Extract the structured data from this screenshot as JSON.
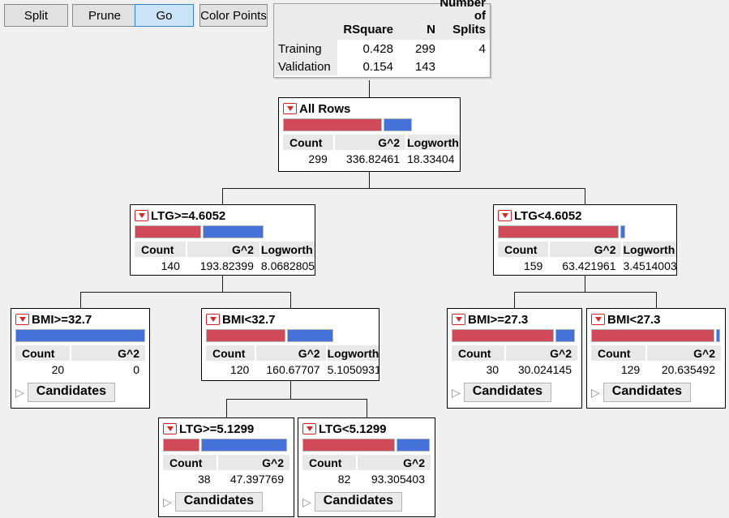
{
  "toolbar": {
    "buttons": [
      {
        "label": "Split"
      },
      {
        "label": "Prune"
      },
      {
        "label": "Go",
        "active": true
      },
      {
        "label": "Color Points"
      }
    ]
  },
  "summary_table": {
    "columns": [
      "",
      "RSquare",
      "N",
      "Number of Splits"
    ],
    "rows": [
      {
        "cells": [
          "Training",
          "0.428",
          "299",
          "4"
        ]
      },
      {
        "cells": [
          "Validation",
          "0.154",
          "143",
          ""
        ]
      }
    ]
  },
  "labels": {
    "count": "Count",
    "g2": "G^2",
    "logworth": "Logworth",
    "candidates": "Candidates",
    "disclosure": "▷"
  },
  "colors": {
    "bar_red": "#d04a5a",
    "bar_blue": "#4472d8",
    "hotspot_red": "#d02a2a",
    "go_button_fill": "#cce4f7",
    "background": "#f0f0f0"
  },
  "nodes": [
    {
      "title": "All Rows",
      "count": "299",
      "g2": "336.82461",
      "logworth": "18.33404",
      "bar_red": "76%",
      "bar_blue": "22%"
    },
    {
      "title": "LTG>=4.6052",
      "count": "140",
      "g2": "193.82399",
      "logworth": "8.0682805",
      "bar_red": "51%",
      "bar_blue": "47%"
    },
    {
      "title": "LTG<4.6052",
      "count": "159",
      "g2": "63.421961",
      "logworth": "3.4514003",
      "bar_red": "93%",
      "bar_blue": "4%"
    },
    {
      "title": "BMI>=32.7",
      "count": "20",
      "g2": "0",
      "bar_red": "0%",
      "bar_blue": "100%"
    },
    {
      "title": "BMI<32.7",
      "count": "120",
      "g2": "160.67707",
      "logworth": "5.1050931",
      "bar_red": "61%",
      "bar_blue": "36%"
    },
    {
      "title": "BMI>=27.3",
      "count": "30",
      "g2": "30.024145",
      "bar_red": "81%",
      "bar_blue": "16%"
    },
    {
      "title": "BMI<27.3",
      "count": "129",
      "g2": "20.635492",
      "bar_red": "95%",
      "bar_blue": "3%"
    },
    {
      "title": "LTG>=5.1299",
      "count": "38",
      "g2": "47.397769",
      "bar_red": "29%",
      "bar_blue": "68%"
    },
    {
      "title": "LTG<5.1299",
      "count": "82",
      "g2": "93.305403",
      "bar_red": "72%",
      "bar_blue": "26%"
    }
  ]
}
